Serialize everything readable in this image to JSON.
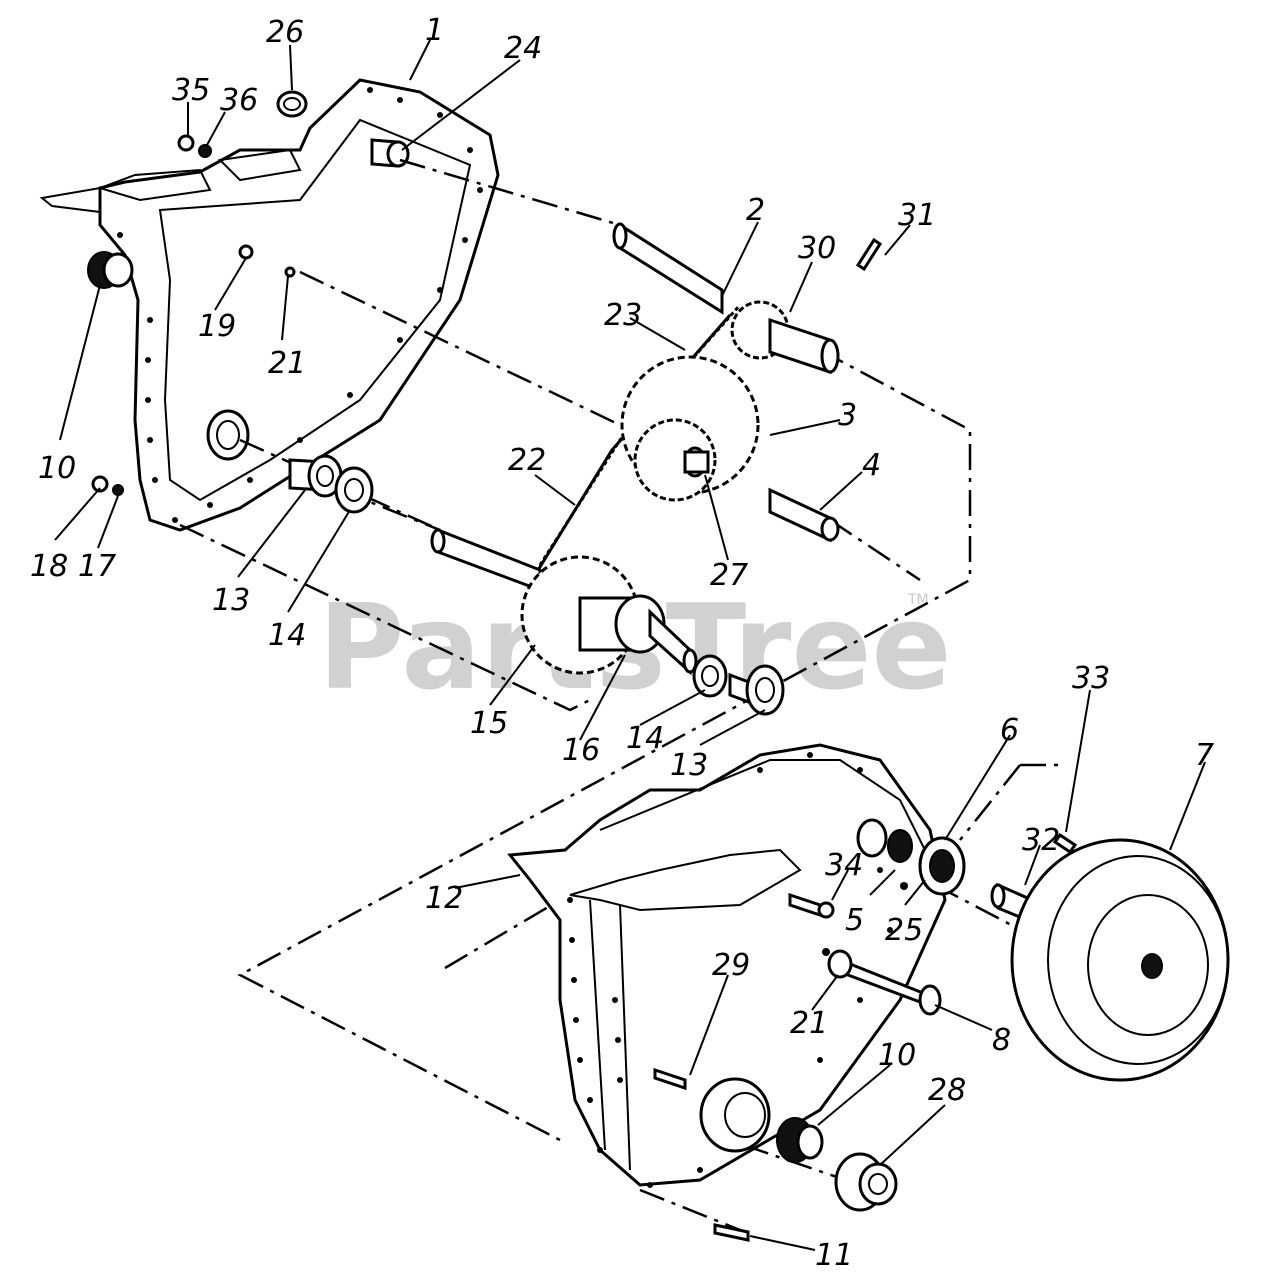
{
  "watermark": {
    "text": "PartsTree",
    "trademark": "TM"
  },
  "labels": {
    "p1": "1",
    "p2": "2",
    "p3": "3",
    "p4": "4",
    "p5": "5",
    "p6": "6",
    "p7": "7",
    "p8": "8",
    "p10a": "10",
    "p10b": "10",
    "p11": "11",
    "p12": "12",
    "p13a": "13",
    "p13b": "13",
    "p14a": "14",
    "p14b": "14",
    "p15": "15",
    "p16": "16",
    "p17": "17",
    "p18": "18",
    "p19": "19",
    "p21a": "21",
    "p21b": "21",
    "p22": "22",
    "p23": "23",
    "p24": "24",
    "p25": "25",
    "p26": "26",
    "p27": "27",
    "p28": "28",
    "p29": "29",
    "p30": "30",
    "p31": "31",
    "p32": "32",
    "p33": "33",
    "p34": "34",
    "p35": "35",
    "p36": "36"
  }
}
